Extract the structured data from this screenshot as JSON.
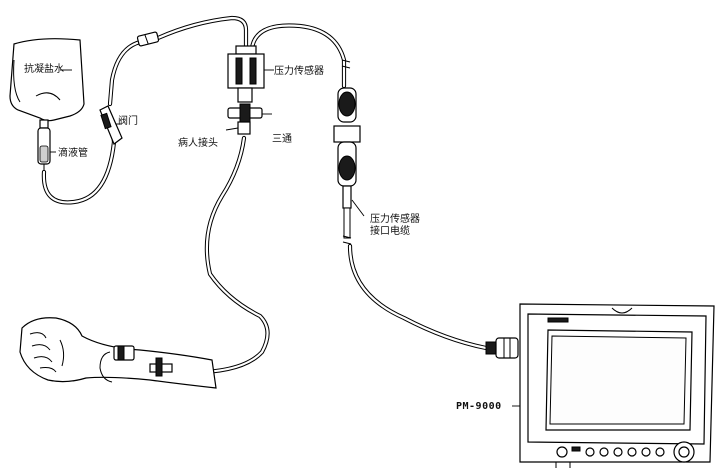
{
  "labels": {
    "anticoagulant_saline": "抗凝盐水",
    "drip_tube": "滴液管",
    "valve": "阀门",
    "pressure_transducer": "压力传感器",
    "three_way": "三通",
    "patient_connector": "病人接头",
    "transducer_cable_line1": "压力传感器",
    "transducer_cable_line2": "接口电缆",
    "monitor_model": "PM-9000"
  }
}
